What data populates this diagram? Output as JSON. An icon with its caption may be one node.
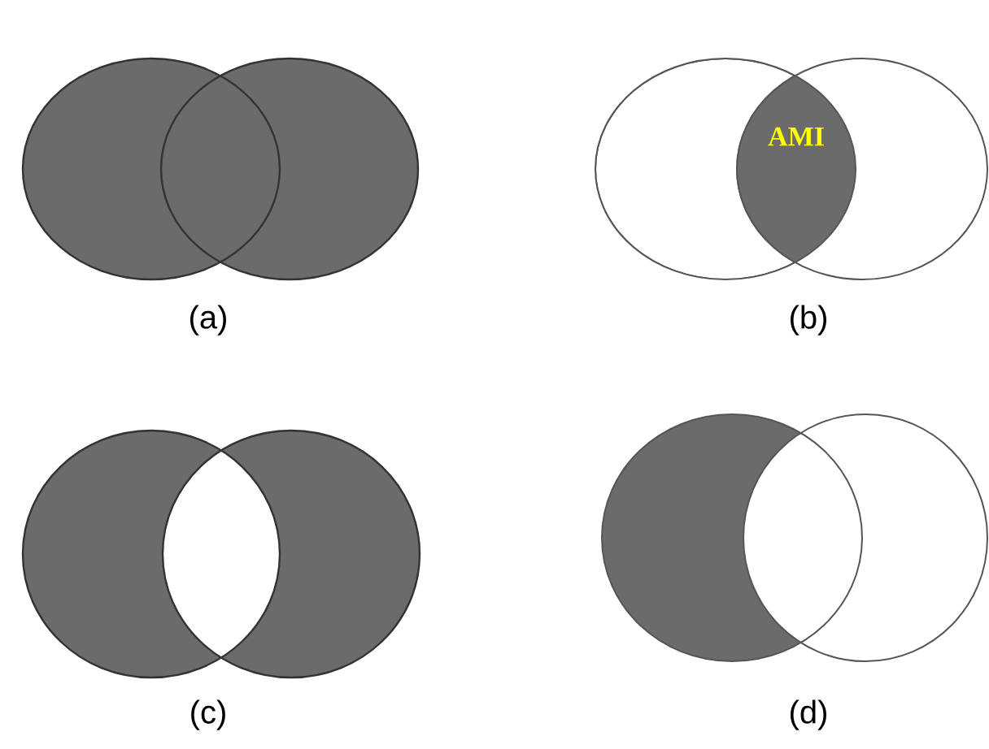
{
  "diagram": {
    "nodes": [
      {
        "text": [
          "AMI"
        ]
      }
    ],
    "labels": [
      "(a)",
      "(b)",
      "(c)",
      "(d)"
    ]
  }
}
